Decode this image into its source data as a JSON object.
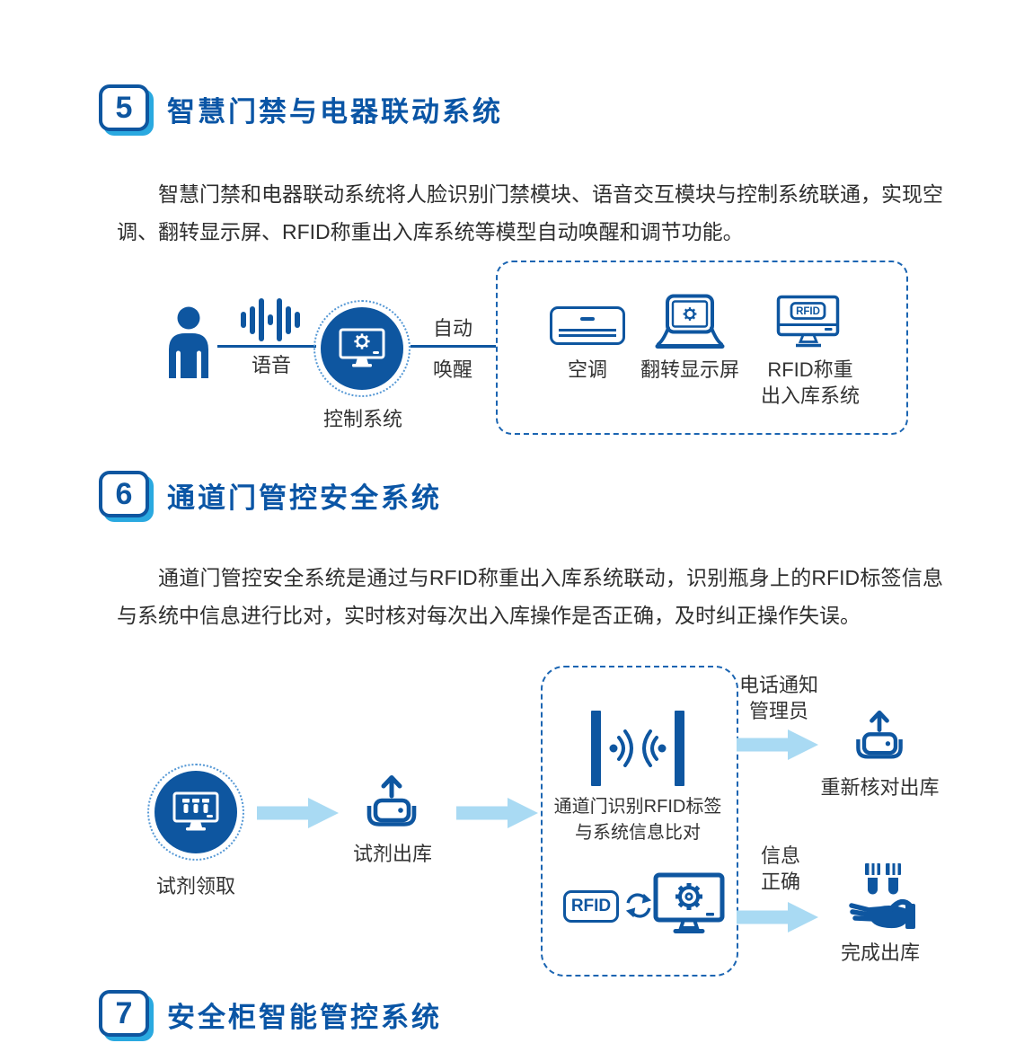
{
  "colors": {
    "primary": "#0e56a0",
    "title_blue": "#0a55a5",
    "badge_shadow": "#2aa9e0",
    "dashed_border": "#1b65b2",
    "arrow_light_blue": "#a9daf3",
    "body_text": "#2e2e2e"
  },
  "section5": {
    "number": "5",
    "title": "智慧门禁与电器联动系统",
    "paragraph": "智慧门禁和电器联动系统将人脸识别门禁模块、语音交互模块与控制系统联通，实现空调、翻转显示屏、RFID称重出入库系统等模型自动唤醒和调节功能。",
    "diagram": {
      "voice": "语音",
      "control": "控制系统",
      "wake1": "自动",
      "wake2": "唤醒",
      "ac": "空调",
      "flip": "翻转显示屏",
      "rfid1": "RFID称重",
      "rfid2": "出入库系统",
      "rfid_tag": "RFID"
    }
  },
  "section6": {
    "number": "6",
    "title": "通道门管控安全系统",
    "paragraph": "通道门管控安全系统是通过与RFID称重出入库系统联动，识别瓶身上的RFID标签信息与系统中信息进行比对，实时核对每次出入库操作是否正确，及时纠正操作失误。",
    "diagram": {
      "pickup": "试剂领取",
      "outbound": "试剂出库",
      "gate1": "通道门识别RFID标签",
      "gate2": "与系统信息比对",
      "rfid_tag": "RFID",
      "notify1": "电话通知",
      "notify2": "管理员",
      "recheck": "重新核对出库",
      "correct1": "信息",
      "correct2": "正确",
      "complete": "完成出库"
    }
  },
  "section7": {
    "number": "7",
    "title": "安全柜智能管控系统"
  }
}
